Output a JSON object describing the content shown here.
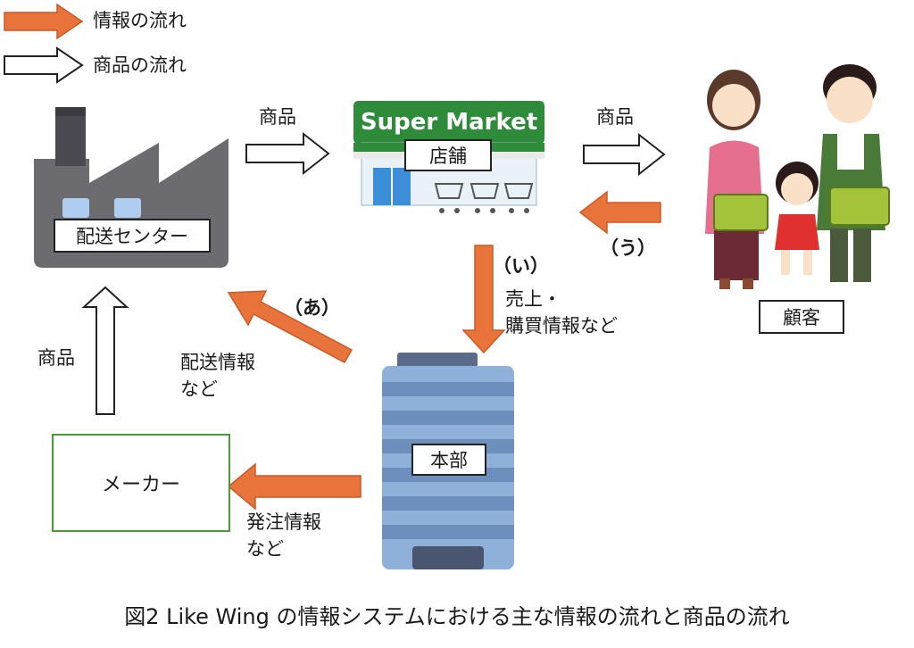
{
  "legend": {
    "info_flow": "情報の流れ",
    "goods_flow": "商品の流れ"
  },
  "nodes": {
    "store_sign": "Super Market",
    "store": "店舗",
    "distribution_center": "配送センター",
    "customer": "顧客",
    "headquarters": "本部",
    "maker": "メーカー"
  },
  "arrows": {
    "goods_dc_to_store": "商品",
    "goods_store_to_customer": "商品",
    "goods_maker_to_dc": "商品",
    "tag_u": "（う）",
    "tag_i": "（い）",
    "tag_a": "（あ）",
    "sales_line1": "売上・",
    "sales_line2": "購買情報など",
    "delivery_line1": "配送情報",
    "delivery_line2": "など",
    "order_line1": "発注情報",
    "order_line2": "など"
  },
  "caption": "図2 Like Wing の情報システムにおける主な情報の流れと商品の流れ",
  "colors": {
    "info_arrow": "#e8743b",
    "goods_arrow": "#ffffff",
    "maker_border": "#4a9a38",
    "store_green": "#2e8b3a",
    "factory_gray": "#6b6b70",
    "building_blue": "#8fb0d8"
  }
}
